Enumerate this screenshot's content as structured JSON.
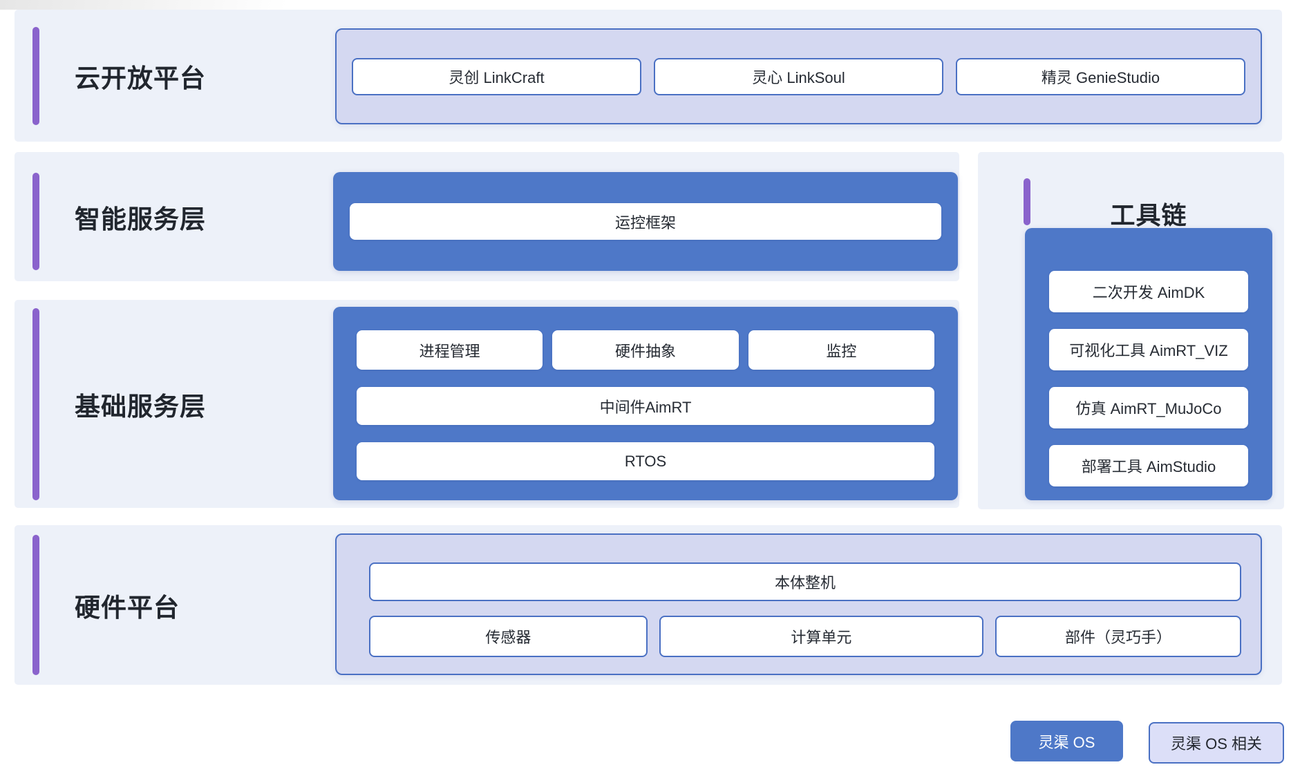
{
  "sections": {
    "cloud": {
      "title": "云开放平台",
      "items": [
        {
          "label": "灵创 LinkCraft"
        },
        {
          "label": "灵心 LinkSoul"
        },
        {
          "label": "精灵 GenieStudio"
        }
      ]
    },
    "intelligent": {
      "title": "智能服务层",
      "items": [
        {
          "label": "运控框架"
        }
      ]
    },
    "base": {
      "title": "基础服务层",
      "top_row": [
        {
          "label": "进程管理"
        },
        {
          "label": "硬件抽象"
        },
        {
          "label": "监控"
        }
      ],
      "middleware": "中间件AimRT",
      "rtos": "RTOS"
    },
    "toolchain": {
      "title": "工具链",
      "items": [
        {
          "label": "二次开发 AimDK"
        },
        {
          "label": "可视化工具 AimRT_VIZ"
        },
        {
          "label": "仿真 AimRT_MuJoCo"
        },
        {
          "label": "部署工具 AimStudio"
        }
      ]
    },
    "hardware": {
      "title": "硬件平台",
      "main": "本体整机",
      "items": [
        {
          "label": "传感器"
        },
        {
          "label": "计算单元"
        },
        {
          "label": "部件（灵巧手）"
        }
      ]
    }
  },
  "legend": {
    "primary_label": "灵渠 OS",
    "secondary_label": "灵渠 OS 相关"
  },
  "colors": {
    "accent_purple": "#8a63cc",
    "primary_blue": "#4e78c8",
    "lavender_fill": "#d4d8f1",
    "border_blue": "#4a70c3",
    "row_background": "#edf1f9",
    "legend_secondary_fill": "#dcdff8"
  }
}
